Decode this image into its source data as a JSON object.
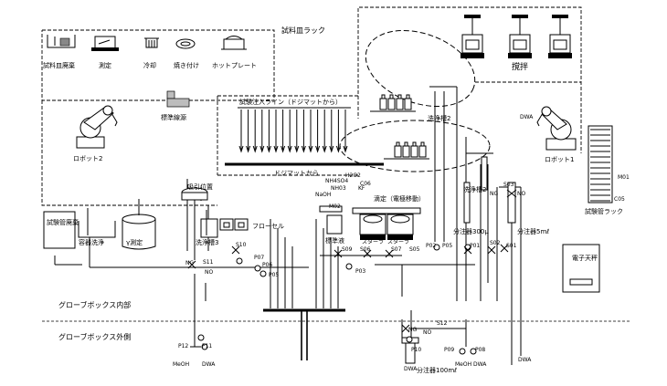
{
  "labels": {
    "sample_rack": "試料皿ラック",
    "stirring": "撹拌",
    "dispose_tray": "試料皿廃棄",
    "measure": "測定",
    "cooling": "冷却",
    "baking": "焼き付け",
    "hotplate": "ホットプレート",
    "std_source": "標準線源",
    "injection_line": "試験注入ライン（ドジマットから）",
    "robot2": "ロボット2",
    "robot1": "ロボット1",
    "washer2_top": "洗浄槽2",
    "from_dosimat": "ドジマットから",
    "suction_pos": "吸引位置",
    "flow_cell": "フローセル",
    "titration": "滴定（電極移動）",
    "tube_dispose": "試験管廃棄",
    "container_wash": "容器洗浄",
    "gamma_measure": "γ測定",
    "washer3": "洗浄槽3",
    "std_liquid": "標準液",
    "stirrer_a": "スターラ",
    "stirrer_b": "スターラ",
    "washer2": "洗浄槽2",
    "dispenser300": "分注器300μ",
    "dispenser5ml": "分注器5mℓ",
    "tube_rack": "試験管ラック",
    "balance": "電子天秤",
    "glovebox_in": "グローブボックス内部",
    "glovebox_out": "グローブボックス外側",
    "dispenser100ml": "分注器100mℓ",
    "h2o2": "H2O2",
    "nh4so4": "NH4SO4",
    "nh03": "NH03",
    "naoh": "NaOH",
    "kf": "KF",
    "m02": "M02",
    "ng": "NG",
    "no": "NO",
    "ng2": "NG",
    "no2": "NO",
    "ng3": "NG",
    "no3": "NO",
    "meoh": "MeOH",
    "meoh2": "MeOH",
    "dwa": "DWA",
    "dwa2": "DWA",
    "dwa3": "DWA",
    "dwa4": "DWA",
    "dwa5": "DWA",
    "m01": "M01",
    "c05": "C05",
    "c06": "C06",
    "s01": "S01",
    "s02": "S02",
    "s03": "S03",
    "s05": "S05",
    "s06": "S06",
    "s07": "S07",
    "s09": "S09",
    "s10": "S10",
    "s11": "S11",
    "s12": "S12",
    "p01": "P01",
    "p02": "P02",
    "p03": "P03",
    "p05": "P05",
    "p05b": "P05",
    "p06": "P06",
    "p07": "P07",
    "p08": "P08",
    "p09": "P09",
    "p10": "P10",
    "p11": "P11",
    "p12": "P12"
  },
  "colors": {
    "line": "#000000",
    "background": "#ffffff"
  }
}
